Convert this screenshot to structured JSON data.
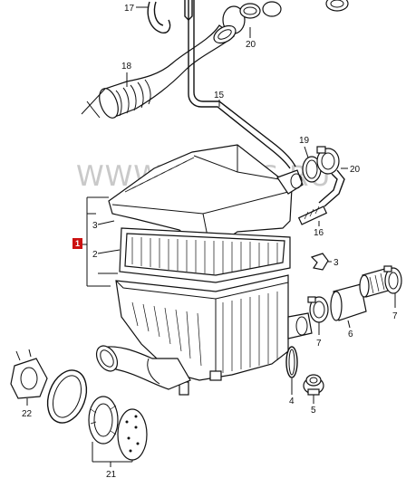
{
  "watermark": "WWW.ELCATS.RU",
  "badge": {
    "label": "1",
    "color": "#cc1111"
  },
  "callouts": {
    "c17": "17",
    "c20_top": "20",
    "c18": "18",
    "c15": "15",
    "c19": "19",
    "c20_right": "20",
    "c3_left": "3",
    "c2": "2",
    "c16": "16",
    "c3_right": "3",
    "c7_left": "7",
    "c6": "6",
    "c7_right": "7",
    "c4": "4",
    "c5": "5",
    "c22": "22",
    "c21": "21"
  }
}
